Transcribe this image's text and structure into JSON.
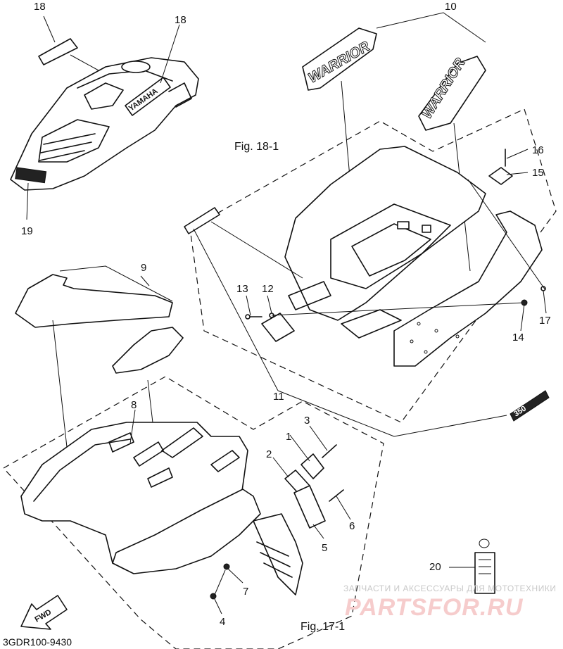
{
  "diagram": {
    "part_code": "3GDR100-9430",
    "figure_labels": {
      "fig_18_1": "Fig. 18-1",
      "fig_17_1": "Fig. 17-1"
    },
    "decal_text": {
      "warrior": "WARRIOR",
      "yamaha": "YAMAHA",
      "fwd": "FWD",
      "size_badge": "350"
    },
    "callouts": {
      "c1": "1",
      "c2": "2",
      "c3": "3",
      "c4": "4",
      "c5": "5",
      "c6": "6",
      "c7": "7",
      "c8": "8",
      "c9": "9",
      "c10": "10",
      "c11": "11",
      "c12": "12",
      "c13": "13",
      "c14": "14",
      "c15": "15",
      "c16": "16",
      "c17": "17",
      "c18a": "18",
      "c18b": "18",
      "c19": "19",
      "c20": "20"
    },
    "watermark": {
      "subtitle": "ЗАПЧАСТИ И АКСЕССУАРЫ ДЛЯ МОТОТЕХНИКИ",
      "brand": "PARTSFOR.RU"
    }
  }
}
